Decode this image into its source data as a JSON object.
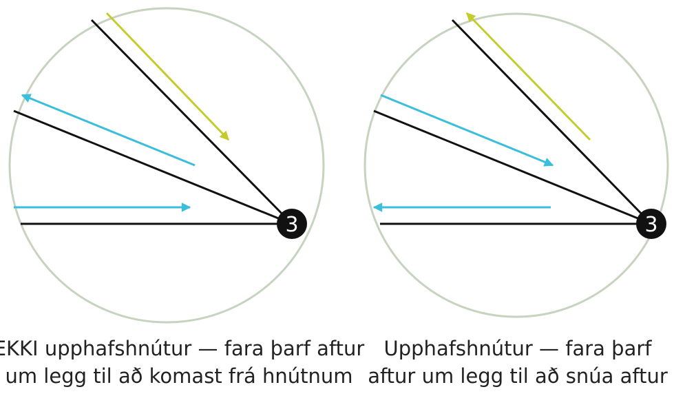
{
  "colors": {
    "circle": "#c6d3c0",
    "edge": "#111111",
    "blue": "#39bedb",
    "yellow": "#c4cc2c",
    "node_fill": "#111111",
    "node_text": "#ffffff"
  },
  "panels": [
    {
      "node_label": "3",
      "caption_lines": [
        "EKKI upphafshnútur — fara þarf aftur",
        "um legg til að komast frá hnútnum"
      ],
      "arrows": [
        {
          "color": "yellow",
          "direction": "toward-node"
        },
        {
          "color": "blue",
          "direction": "away-from-node"
        },
        {
          "color": "blue",
          "direction": "toward-node"
        }
      ]
    },
    {
      "node_label": "3",
      "caption_lines": [
        "Upphafshnútur — fara þarf",
        "aftur um legg til að snúa aftur"
      ],
      "arrows": [
        {
          "color": "yellow",
          "direction": "away-from-node"
        },
        {
          "color": "blue",
          "direction": "toward-node"
        },
        {
          "color": "blue",
          "direction": "away-from-node"
        }
      ]
    }
  ]
}
